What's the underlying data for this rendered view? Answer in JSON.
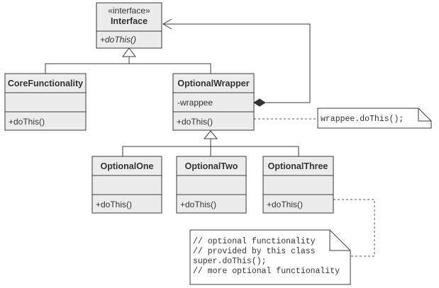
{
  "interface": {
    "stereotype": "«interface»",
    "name": "Interface",
    "method": "+doThis()"
  },
  "core": {
    "name": "CoreFunctionality",
    "method": "+doThis()"
  },
  "wrapper": {
    "name": "OptionalWrapper",
    "attribute": "-wrappee",
    "method": "+doThis()"
  },
  "one": {
    "name": "OptionalOne",
    "method": "+doThis()"
  },
  "two": {
    "name": "OptionalTwo",
    "method": "+doThis()"
  },
  "three": {
    "name": "OptionalThree",
    "method": "+doThis()"
  },
  "note_wrapper": {
    "code": "wrappee.doThis();"
  },
  "note_three": {
    "lines": [
      "// optional functionality",
      "// provided by this class",
      "super.doThis();",
      "// more optional functionality"
    ]
  },
  "colors": {
    "box_fill": "#ececec",
    "stroke": "#3a3a3a",
    "note_fill": "#ffffff"
  }
}
